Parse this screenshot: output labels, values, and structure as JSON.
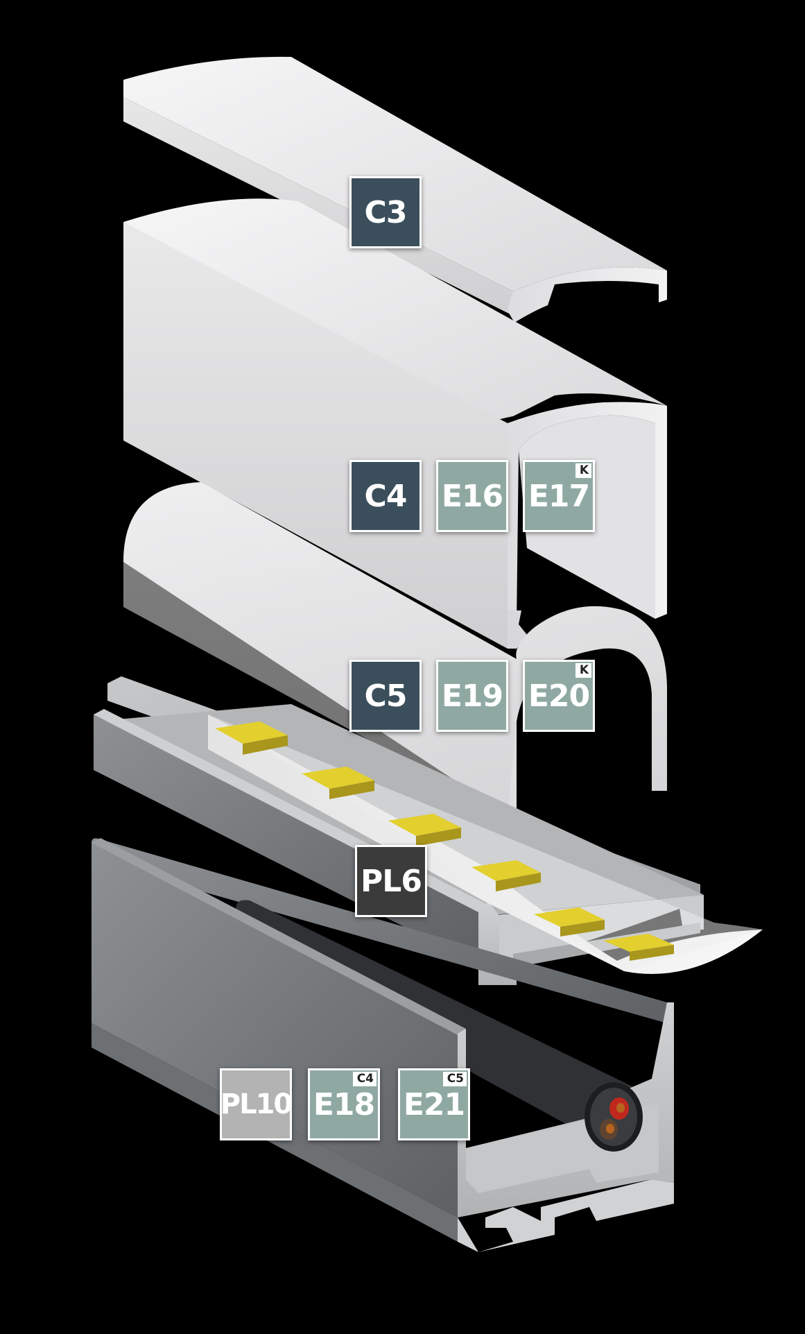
{
  "colors": {
    "background": "#000000",
    "cover_white": "#ededee",
    "profile_gray": "#b9bbbd",
    "profile_dark": "#7d8083",
    "led_yellow": "#e3cf2e",
    "badge_dark": "#3a4f5b",
    "badge_sage": "#8fa9a2",
    "badge_charcoal": "#3b3b3b",
    "badge_light": "#b3b3b3",
    "cable_red": "#c0281e",
    "cable_copper": "#b5651d"
  },
  "labels": [
    {
      "id": "c3",
      "text": "C3",
      "sup": "",
      "style": "dark"
    },
    {
      "id": "c4",
      "text": "C4",
      "sup": "",
      "style": "dark"
    },
    {
      "id": "e16",
      "text": "E16",
      "sup": "",
      "style": "sage"
    },
    {
      "id": "e17",
      "text": "E17",
      "sup": "K",
      "style": "sage"
    },
    {
      "id": "c5",
      "text": "C5",
      "sup": "",
      "style": "dark"
    },
    {
      "id": "e19",
      "text": "E19",
      "sup": "",
      "style": "sage"
    },
    {
      "id": "e20",
      "text": "E20",
      "sup": "K",
      "style": "sage"
    },
    {
      "id": "pl6",
      "text": "PL6",
      "sup": "",
      "style": "charcoal"
    },
    {
      "id": "pl10",
      "text": "PL10",
      "sup": "",
      "style": "light"
    },
    {
      "id": "e18",
      "text": "E18",
      "sup": "C4",
      "style": "sage"
    },
    {
      "id": "e21",
      "text": "E21",
      "sup": "C5",
      "style": "sage"
    }
  ]
}
